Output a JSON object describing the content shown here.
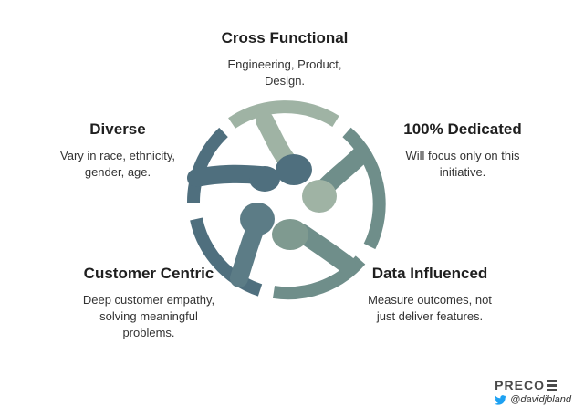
{
  "blocks": {
    "cross_functional": {
      "title": "Cross Functional",
      "desc_lines": [
        "Engineering, Product,",
        "Design."
      ]
    },
    "diverse": {
      "title": "Diverse",
      "desc_lines": [
        "Vary in race, ethnicity,",
        "gender, age."
      ]
    },
    "dedicated": {
      "title": "100% Dedicated",
      "desc_lines": [
        "Will focus only on this",
        "initiative."
      ]
    },
    "customer_centric": {
      "title": "Customer Centric",
      "desc_lines": [
        "Deep customer empathy,",
        "solving meaningful",
        "problems."
      ]
    },
    "data_influenced": {
      "title": "Data Influenced",
      "desc_lines": [
        "Measure outcomes, not",
        "just deliver features."
      ]
    }
  },
  "figure": {
    "icon": "joined-hands-circle-icon",
    "colors": {
      "sage": "#9fb3a4",
      "teal": "#6f8e8a",
      "slate": "#4f6f7e",
      "steel": "#5c7c86",
      "grey_green": "#7f9a90"
    }
  },
  "brand": {
    "logo": "PRECO",
    "handle": "@davidjbland",
    "twitter_color": "#1da1f2"
  }
}
